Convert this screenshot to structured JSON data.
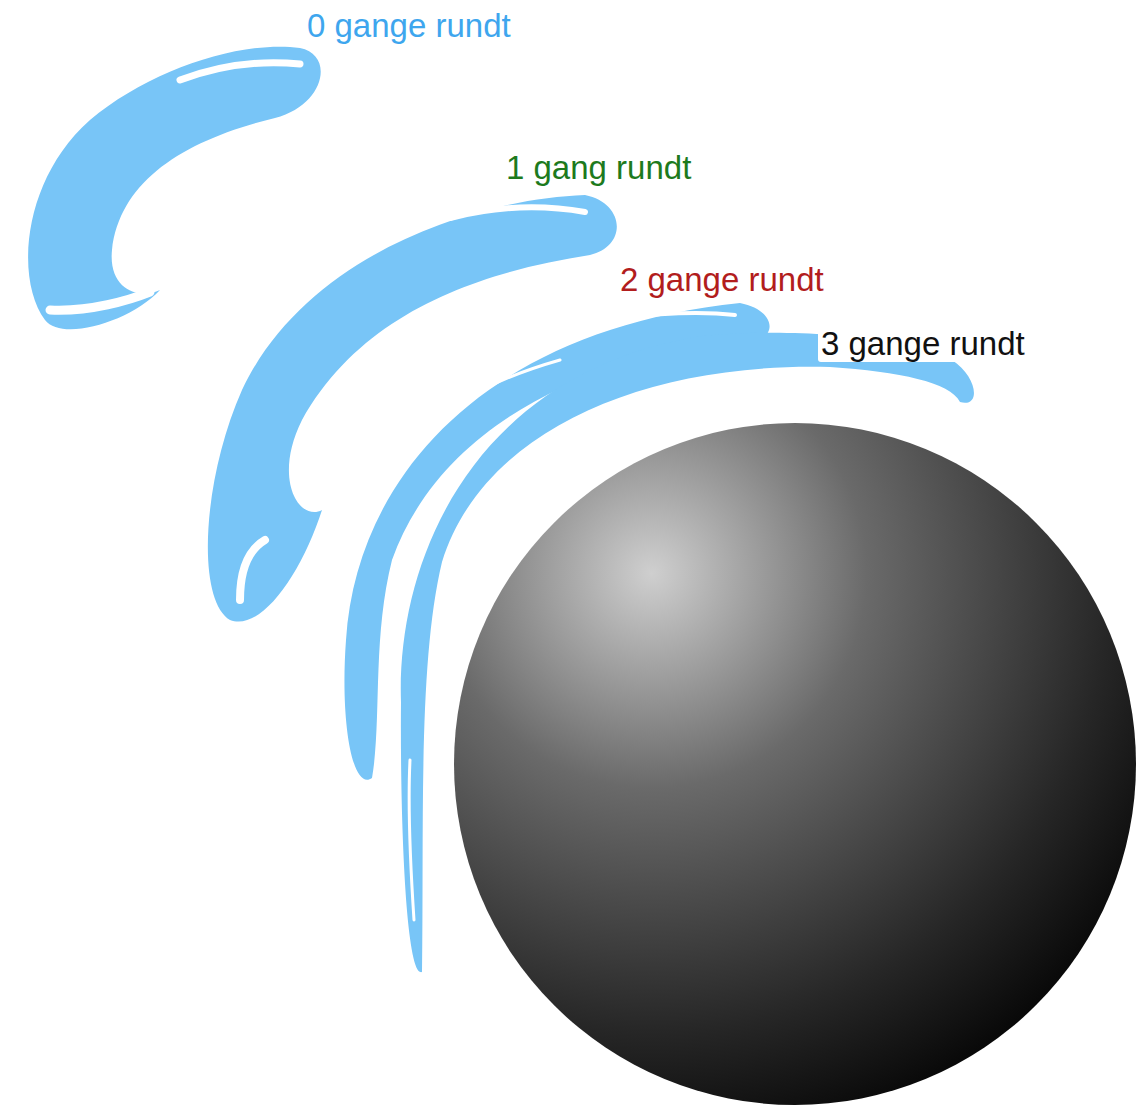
{
  "diagram": {
    "labels": [
      "0 gange rundt",
      "1 gang rundt",
      "2 gange rundt",
      "3 gange rundt"
    ]
  }
}
